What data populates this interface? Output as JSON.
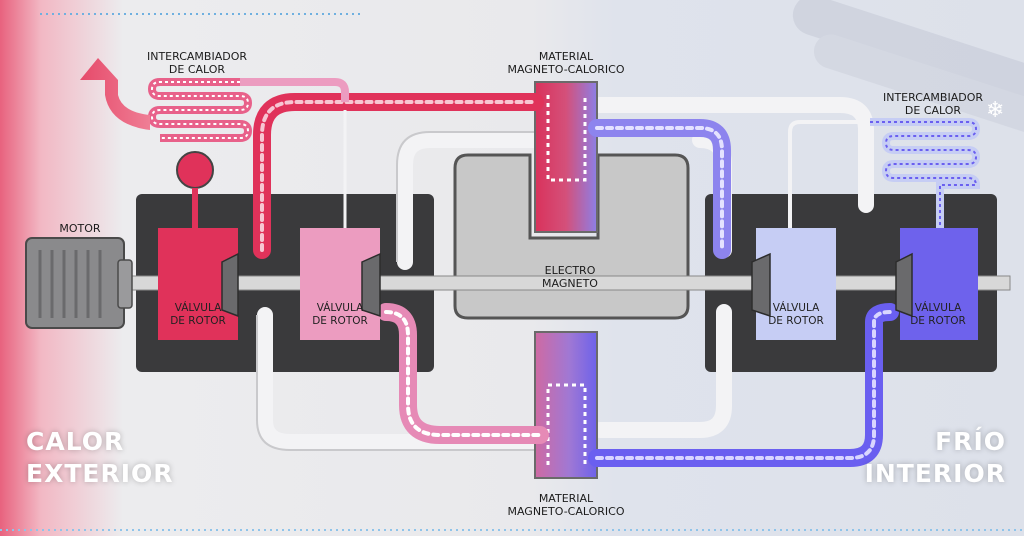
{
  "labels": {
    "heat_exchanger_left": "INTERCAMBIADOR\nDE CALOR",
    "heat_exchanger_right": "INTERCAMBIADOR\nDE CALOR",
    "material_top": "MATERIAL\nMAGNETO-CALORICO",
    "material_bottom": "MATERIAL\nMAGNETO-CALORICO",
    "motor": "MOTOR",
    "electromagnet": "ELECTRO\nMAGNETO",
    "valve_1": "VÁLVULA\nDE ROTOR",
    "valve_2": "VÁLVULA\nDE ROTOR",
    "valve_3": "VÁLVULA\nDE ROTOR",
    "valve_4": "VÁLVULA\nDE ROTOR",
    "hot_side": "CALOR\nEXTERIOR",
    "cold_side": "FRÍO\nINTERIOR"
  },
  "icons": {
    "snowflake": "❄"
  },
  "colors": {
    "hot": "#e0325a",
    "hot_light": "#ec9cc0",
    "cold": "#7b6ef0",
    "cold_light": "#c6cdf4",
    "pipe_white": "#f4f4f6",
    "housing": "#3a3a3c",
    "magnet_gray": "#c8c8c8"
  }
}
